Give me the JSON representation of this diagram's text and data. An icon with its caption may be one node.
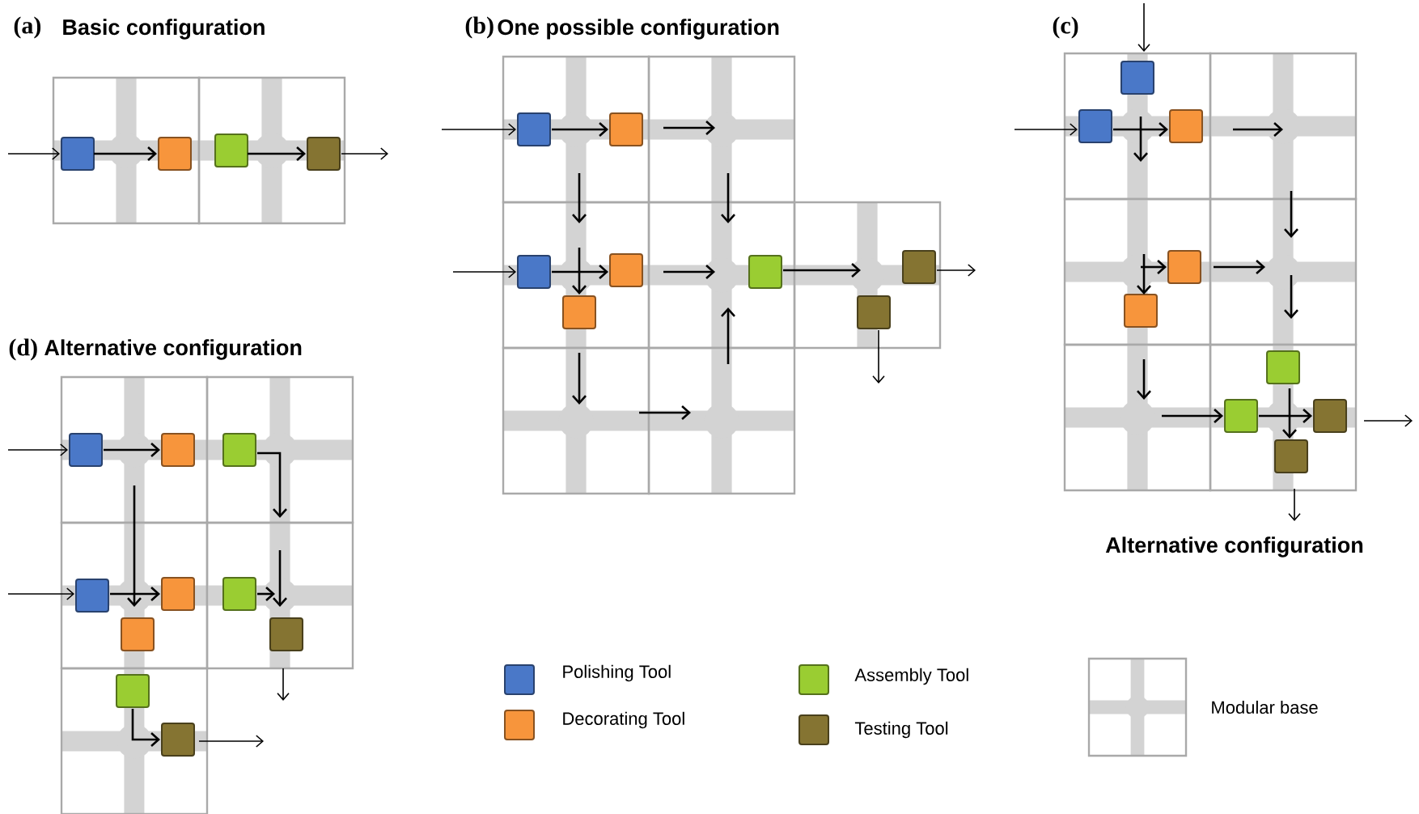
{
  "diagram": {
    "labels": [
      "(a)",
      "Basic configuration",
      "(b)",
      "One possible configuration",
      "(c)",
      "(d)",
      "Alternative configuration",
      "Alternative configuration"
    ],
    "legend": [
      {
        "text": "Polishing Tool",
        "color": "#4a78c8"
      },
      {
        "text": "Decorating Tool",
        "color": "#f7953c"
      },
      {
        "text": "Assembly Tool",
        "color": "#9acd32"
      },
      {
        "text": "Testing Tool",
        "color": "#857432"
      },
      {
        "text": "Modular base"
      }
    ]
  }
}
